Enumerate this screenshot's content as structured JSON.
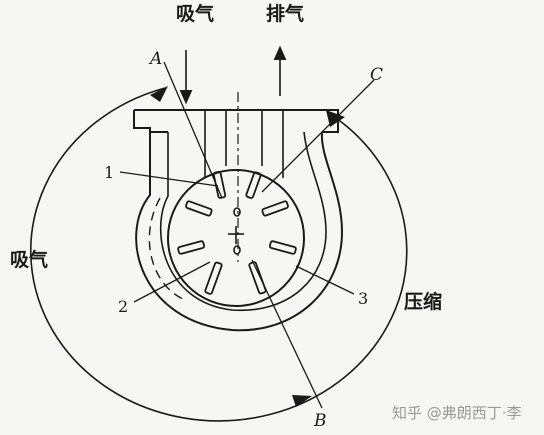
{
  "labels": {
    "top_intake": "吸气",
    "top_exhaust": "排气",
    "left_intake": "吸气",
    "right_compress": "压缩"
  },
  "letters": {
    "a": "A",
    "b": "B",
    "c": "C"
  },
  "numbers": {
    "n1": "1",
    "n2": "2",
    "n3": "3"
  },
  "watermark": "知乎 @弗朗西丁·李",
  "colors": {
    "ink": "#1a1a1a",
    "paper": "#f6f6f4",
    "watermark": "#9a9a9a"
  }
}
